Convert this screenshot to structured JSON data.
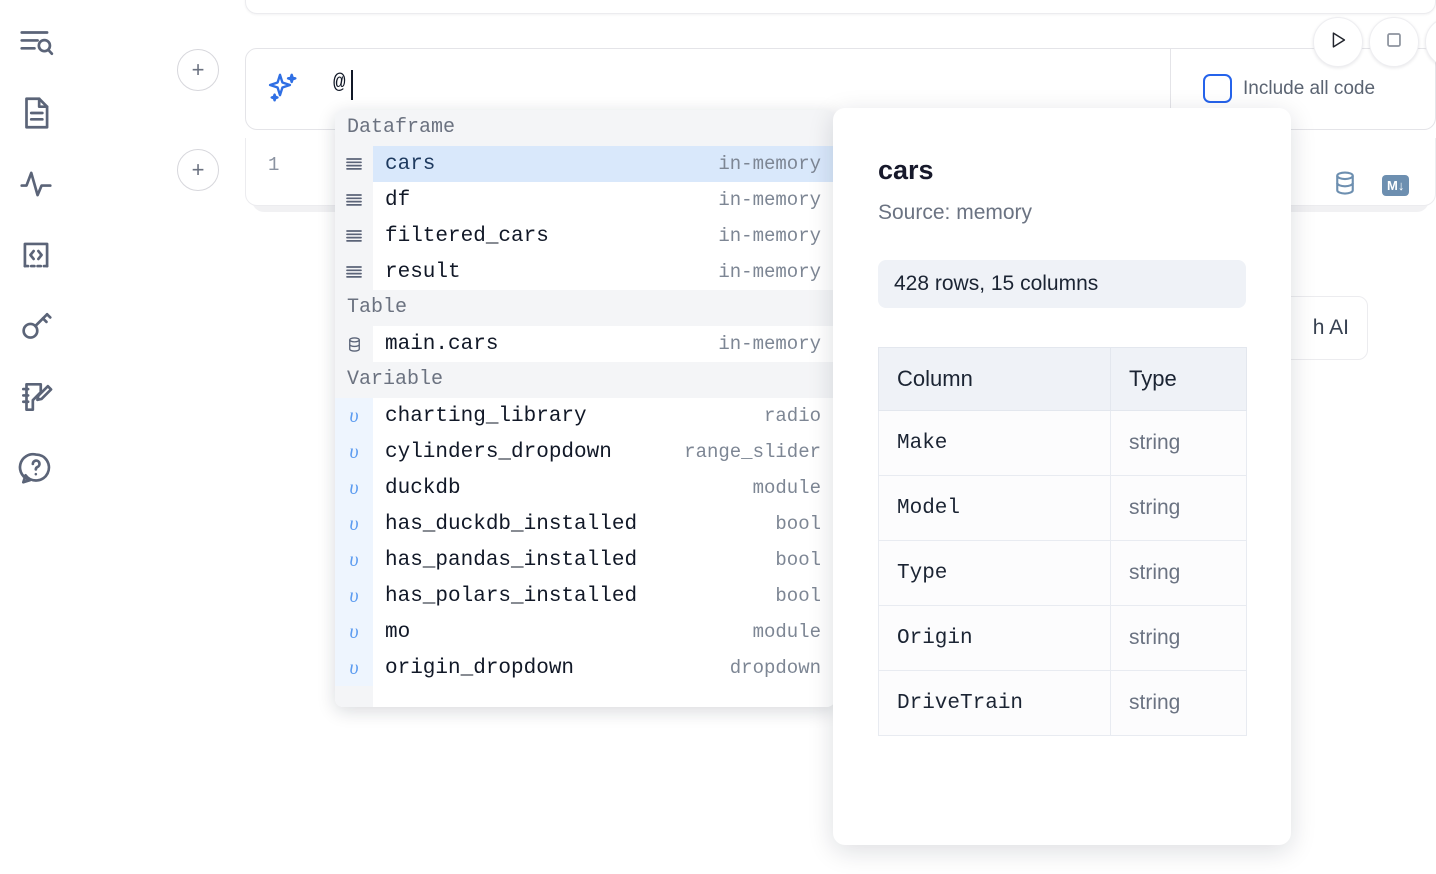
{
  "sidebar": {
    "items": [
      {
        "name": "explore-icon",
        "label": "Explore"
      },
      {
        "name": "document-icon",
        "label": "Notebook"
      },
      {
        "name": "activity-icon",
        "label": "Activity"
      },
      {
        "name": "code-snippet-icon",
        "label": "Snippets"
      },
      {
        "name": "key-icon",
        "label": "Secrets"
      },
      {
        "name": "notepad-edit-icon",
        "label": "Scratchpad"
      },
      {
        "name": "help-chat-icon",
        "label": "Help"
      }
    ]
  },
  "toolbar": {
    "run_label": "Run",
    "stop_label": "Stop",
    "more_label": "More",
    "include_all_code_label": "Include all code",
    "include_all_code_checked": false
  },
  "ai_prompt": {
    "value": "@",
    "sparkle_icon": "sparkles-icon"
  },
  "code_cell": {
    "line_number": "1",
    "database_icon": "database-icon",
    "markdown_badge": "M↓"
  },
  "generate_ai_pill": {
    "label": "h AI"
  },
  "autocomplete": {
    "groups": [
      {
        "label": "Dataframe",
        "items": [
          {
            "name": "cars",
            "type": "in-memory",
            "icon": "table-rows-icon",
            "selected": true
          },
          {
            "name": "df",
            "type": "in-memory",
            "icon": "table-rows-icon",
            "selected": false
          },
          {
            "name": "filtered_cars",
            "type": "in-memory",
            "icon": "table-rows-icon",
            "selected": false
          },
          {
            "name": "result",
            "type": "in-memory",
            "icon": "table-rows-icon",
            "selected": false
          }
        ]
      },
      {
        "label": "Table",
        "items": [
          {
            "name": "main.cars",
            "type": "in-memory",
            "icon": "database-icon",
            "selected": false
          }
        ]
      },
      {
        "label": "Variable",
        "items": [
          {
            "name": "charting_library",
            "type": "radio",
            "icon": "variable-icon",
            "selected": false
          },
          {
            "name": "cylinders_dropdown",
            "type": "range_slider",
            "icon": "variable-icon",
            "selected": false
          },
          {
            "name": "duckdb",
            "type": "module",
            "icon": "variable-icon",
            "selected": false
          },
          {
            "name": "has_duckdb_installed",
            "type": "bool",
            "icon": "variable-icon",
            "selected": false
          },
          {
            "name": "has_pandas_installed",
            "type": "bool",
            "icon": "variable-icon",
            "selected": false
          },
          {
            "name": "has_polars_installed",
            "type": "bool",
            "icon": "variable-icon",
            "selected": false
          },
          {
            "name": "mo",
            "type": "module",
            "icon": "variable-icon",
            "selected": false
          },
          {
            "name": "origin_dropdown",
            "type": "dropdown",
            "icon": "variable-icon",
            "selected": false
          }
        ]
      }
    ]
  },
  "detail_panel": {
    "title": "cars",
    "source": "Source: memory",
    "shape": "428 rows, 15 columns",
    "table": {
      "headers": [
        "Column",
        "Type"
      ],
      "rows": [
        [
          "Make",
          "string"
        ],
        [
          "Model",
          "string"
        ],
        [
          "Type",
          "string"
        ],
        [
          "Origin",
          "string"
        ],
        [
          "DriveTrain",
          "string"
        ]
      ]
    }
  },
  "colors": {
    "accent_blue": "#2563eb",
    "selection_blue": "#d9e8fb",
    "panel_gray": "#f4f5f7",
    "icon_slate": "#5b6478"
  }
}
